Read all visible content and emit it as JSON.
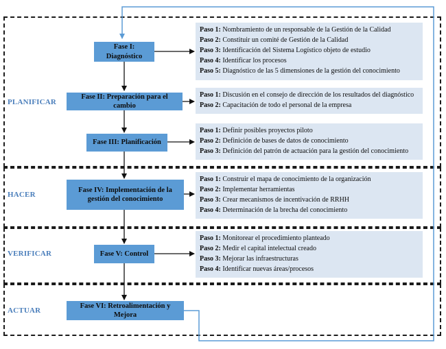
{
  "sections": [
    {
      "id": "planificar",
      "label": "PLANIFICAR"
    },
    {
      "id": "hacer",
      "label": "HACER"
    },
    {
      "id": "verificar",
      "label": "VERIFICAR"
    },
    {
      "id": "actuar",
      "label": "ACTUAR"
    }
  ],
  "phases": [
    {
      "title": "Fase I: Diagnóstico",
      "steps": [
        {
          "label": "Paso 1:",
          "text": "Nombramiento de un responsable de la Gestión de la Calidad"
        },
        {
          "label": "Paso 2:",
          "text": "Constituir un comité de Gestión de la Calidad"
        },
        {
          "label": "Paso 3:",
          "text": "Identificación del Sistema Logístico objeto de estudio"
        },
        {
          "label": "Paso 4:",
          "text": "Identificar los procesos"
        },
        {
          "label": "Paso 5:",
          "text": "Diagnóstico de las 5 dimensiones de la gestión del conocimiento"
        }
      ]
    },
    {
      "title": "Fase II: Preparación para el cambio",
      "steps": [
        {
          "label": "Paso 1:",
          "text": "Discusión en el consejo de dirección de los resultados del diagnóstico"
        },
        {
          "label": "Paso 2:",
          "text": "Capacitación de todo el personal de la empresa"
        }
      ]
    },
    {
      "title": "Fase III: Planificación",
      "steps": [
        {
          "label": "Paso 1:",
          "text": "Definir posibles proyectos piloto"
        },
        {
          "label": "Paso 2:",
          "text": "Definición de bases de datos de conocimiento"
        },
        {
          "label": "Paso 3:",
          "text": "Definición del patrón de actuación para la gestión del conocimiento"
        }
      ]
    },
    {
      "title_line1": "Fase IV: Implementación de la",
      "title_line2": "gestión del conocimiento",
      "steps": [
        {
          "label": "Paso 1:",
          "text": "Construir el mapa de conocimiento de la organización"
        },
        {
          "label": "Paso 2:",
          "text": "Implementar herramientas"
        },
        {
          "label": "Paso 3:",
          "text": "Crear mecanismos de incentivación de RRHH"
        },
        {
          "label": "Paso 4:",
          "text": "Determinación de la brecha del conocimiento"
        }
      ]
    },
    {
      "title": "Fase V: Control",
      "steps": [
        {
          "label": "Paso 1:",
          "text": "Monitorear el procedimiento planteado"
        },
        {
          "label": "Paso 2:",
          "text": "Medir el capital intelectual creado"
        },
        {
          "label": "Paso 3:",
          "text": "Mejorar las infraestructuras"
        },
        {
          "label": "Paso 4:",
          "text": "Identificar nuevas áreas/procesos"
        }
      ]
    },
    {
      "title": "Fase VI: Retroalimentación y Mejora",
      "steps": []
    }
  ],
  "colors": {
    "phase_fill": "#5b9bd5",
    "panel_fill": "#dce6f2",
    "label_color": "#4a7ebb",
    "feedback_line": "#5b9bd5"
  }
}
